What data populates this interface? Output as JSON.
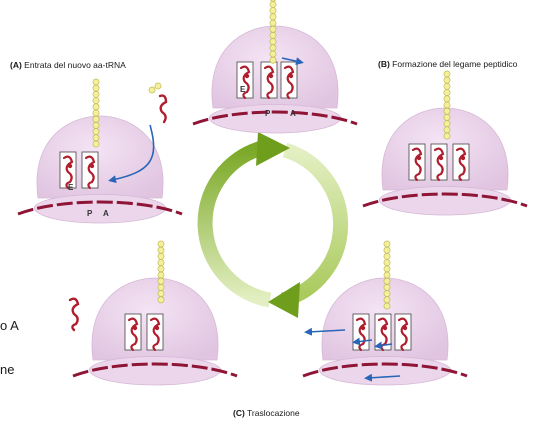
{
  "labels": {
    "a_letter": "(A)",
    "a_text": " Entrata del nuovo aa-tRNA",
    "b_letter": "(B)",
    "b_text": " Formazione del legame peptidico",
    "c_letter": "(C)",
    "c_text": " Traslocazione"
  },
  "sites": {
    "e": "E",
    "p": "P",
    "a": "A"
  },
  "edge_text": {
    "line1": "o A",
    "line2": "ne"
  },
  "colors": {
    "ribosome": "#ecd6ec",
    "ribosome_dark": "#d9bcd9",
    "mrna": "#8e1535",
    "trna": "#b01e2e",
    "amino_acid": "#f3ef9a",
    "cycle_dark": "#6f9e1c",
    "cycle_light": "#d4e6a6",
    "arrow_blue": "#2a66b8"
  }
}
